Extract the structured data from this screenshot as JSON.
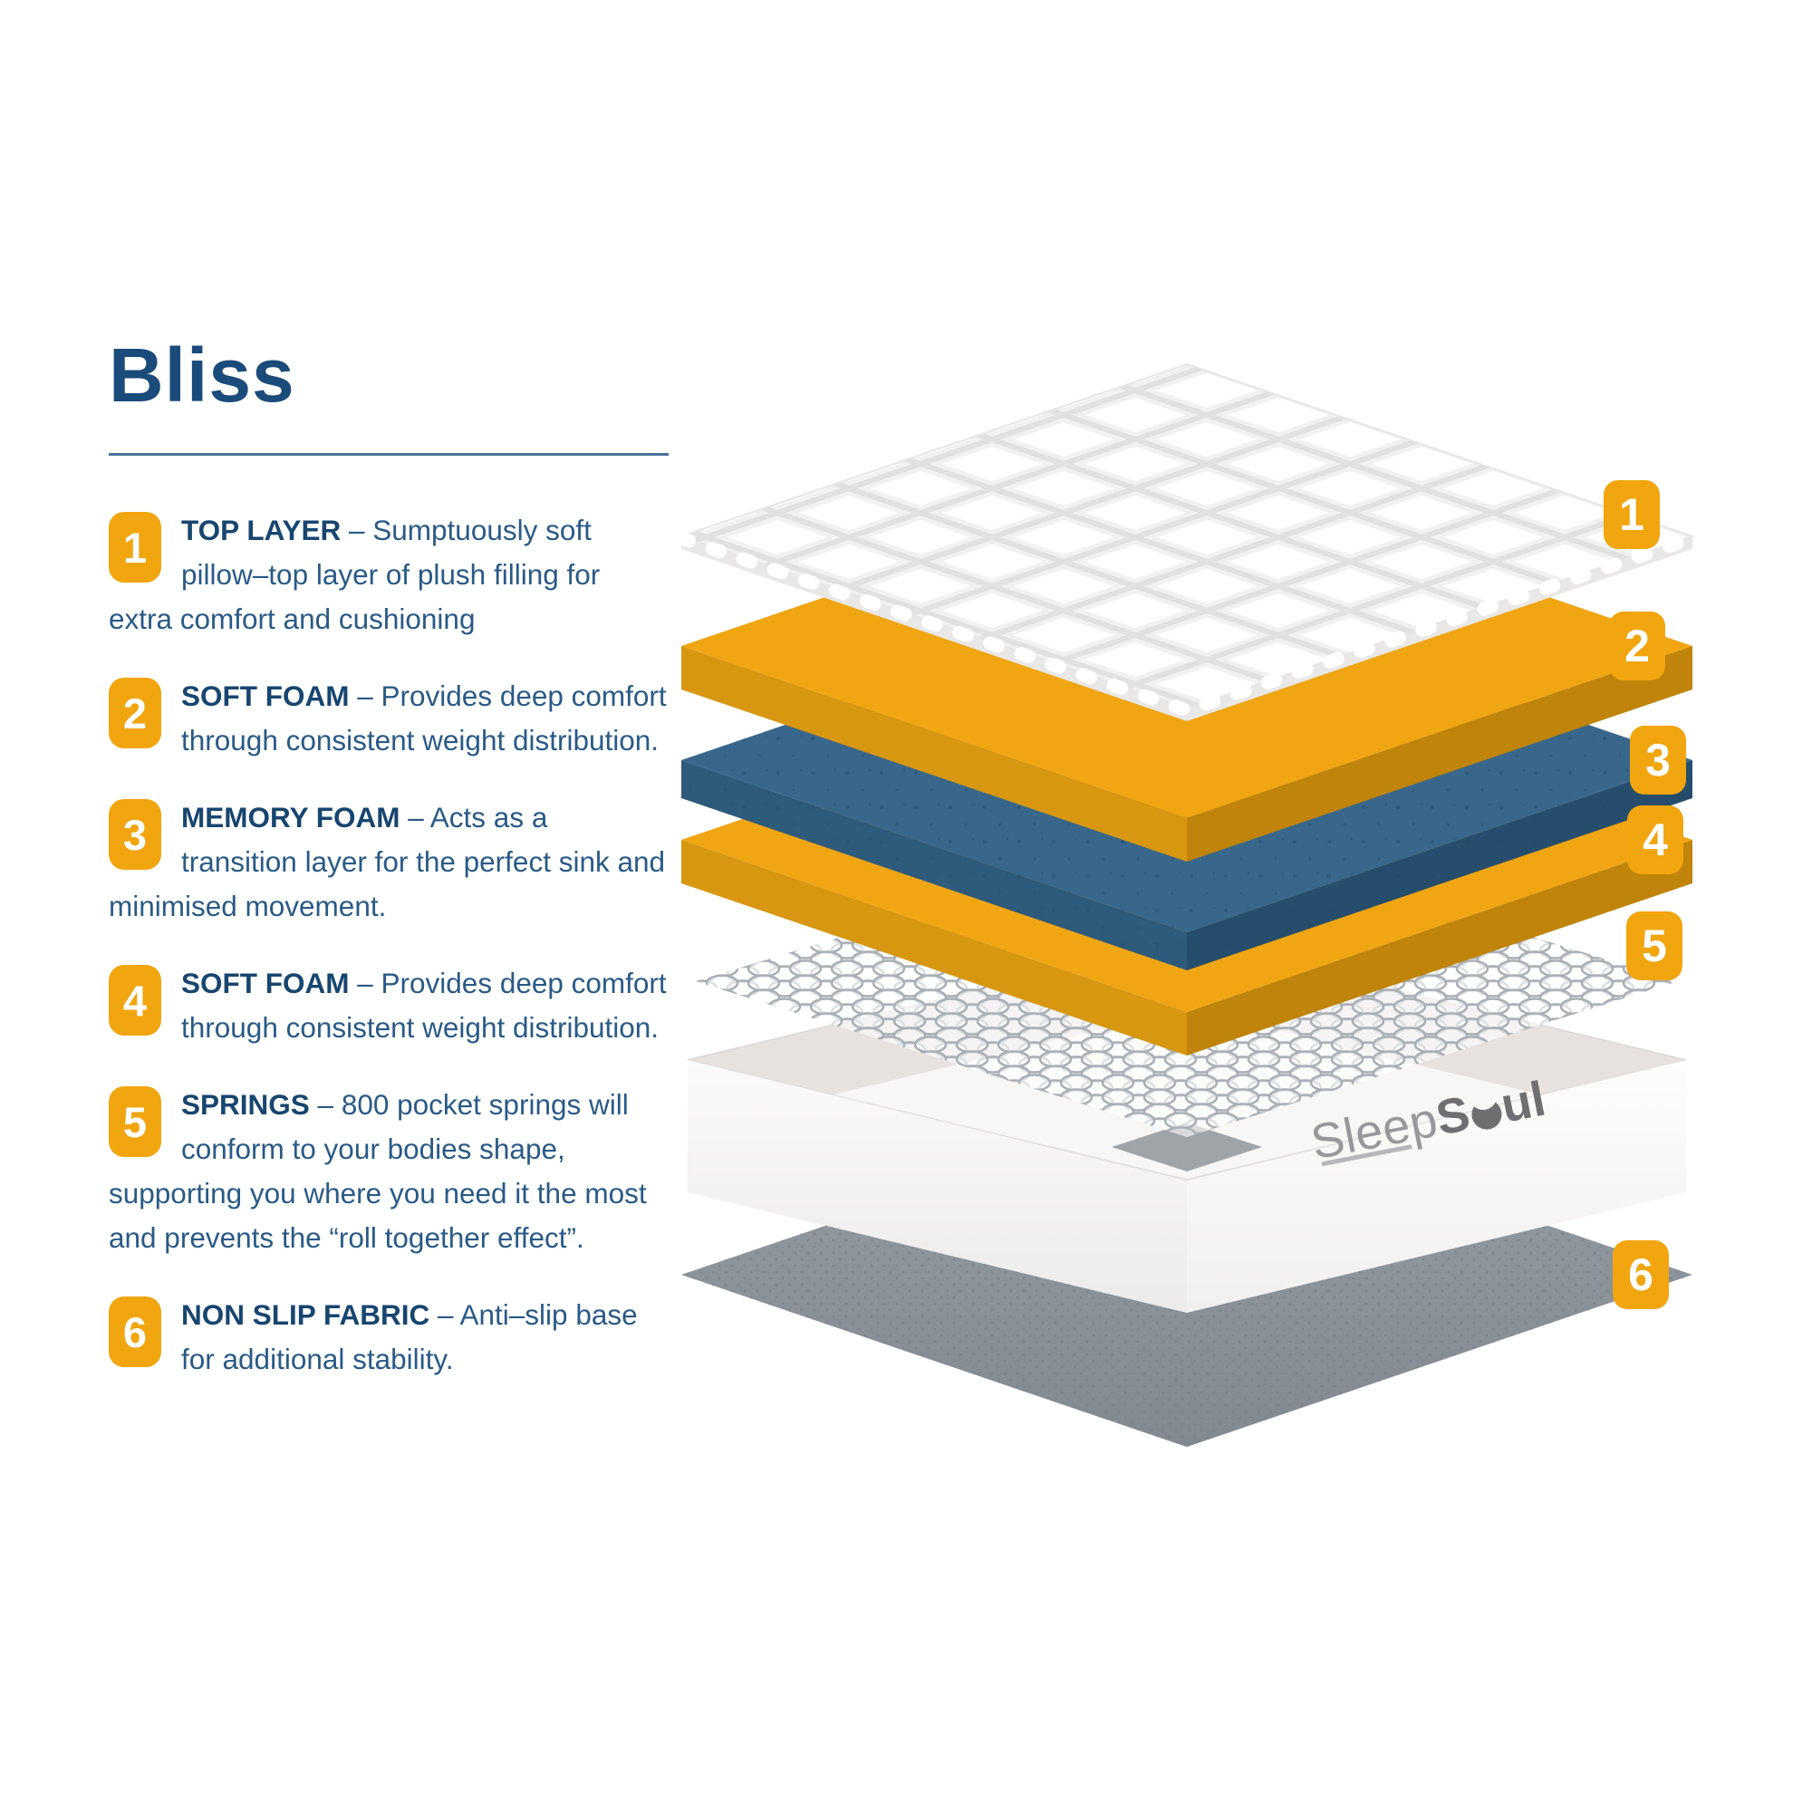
{
  "colors": {
    "accent": "#f1a50f",
    "title": "#1b4b7a",
    "heading": "#17466f",
    "text": "#2a5a85",
    "rule": "#49709a",
    "foamTop": "#f0a513",
    "foamLeft": "#d79710",
    "foamRight": "#bf8409",
    "memTop": "#39678c",
    "memLeft": "#2e5a7b",
    "memRight": "#264e6c",
    "quiltEdge": "#e9e8e6",
    "spring": "#a9afb5",
    "baseTop": "#e7e2e0",
    "baseFace": "#f8f7f5",
    "fabric": "#8c939a",
    "logoGray": "#98989b",
    "logoDark": "#6f6f72"
  },
  "panel": {
    "title": "Bliss",
    "items": [
      {
        "number": "1",
        "heading": "TOP LAYER",
        "body": "– Sumptuously soft pillow–top layer of plush filling for extra comfort and cushioning"
      },
      {
        "number": "2",
        "heading": "SOFT FOAM",
        "body": "– Provides deep comfort through consistent weight distribution."
      },
      {
        "number": "3",
        "heading": "MEMORY FOAM",
        "body": "– Acts as a transition layer for the perfect sink and minimised movement."
      },
      {
        "number": "4",
        "heading": "SOFT FOAM",
        "body": "– Provides deep comfort through consistent weight distribution."
      },
      {
        "number": "5",
        "heading": "SPRINGS",
        "body": "– 800 pocket springs will conform to your bodies shape, supporting you where you need it the most and prevents the “roll together effect”."
      },
      {
        "number": "6",
        "heading": "NON SLIP FABRIC",
        "body": "– Anti–slip base for additional stability."
      }
    ]
  },
  "diagram": {
    "badges": [
      "1",
      "2",
      "3",
      "4",
      "5",
      "6"
    ],
    "logo": {
      "part1": "Sleep",
      "part2": "S",
      "part3": "ul"
    }
  }
}
